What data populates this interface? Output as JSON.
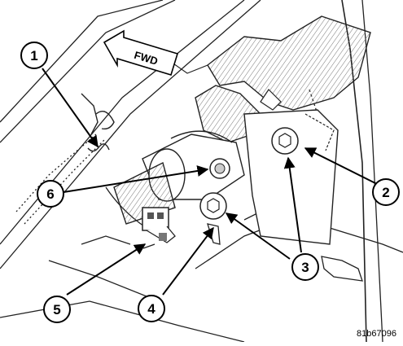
{
  "direction_label": "FWD",
  "figure_id": "81b67096",
  "callouts": [
    {
      "id": "callout-1",
      "number": "1"
    },
    {
      "id": "callout-2",
      "number": "2"
    },
    {
      "id": "callout-3",
      "number": "3"
    },
    {
      "id": "callout-4",
      "number": "4"
    },
    {
      "id": "callout-5",
      "number": "5"
    },
    {
      "id": "callout-6",
      "number": "6"
    }
  ]
}
